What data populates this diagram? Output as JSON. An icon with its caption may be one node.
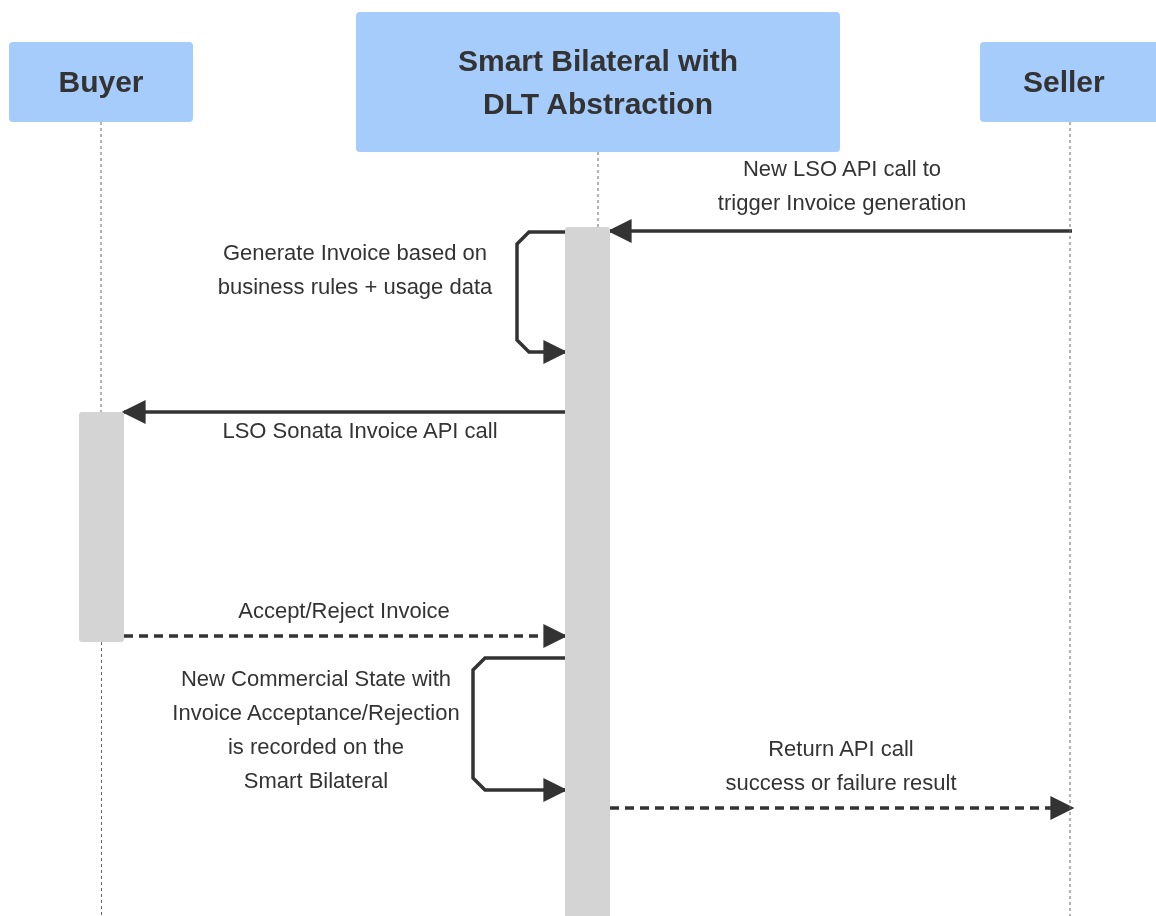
{
  "diagram": {
    "nodes": [
      {
        "text": [
          "Buyer"
        ]
      },
      {
        "text": [
          "Smart Bilateral with DLT Abstraction"
        ]
      },
      {
        "text": [
          "Seller"
        ]
      },
      {
        "text": [],
        "shape": "bar"
      },
      {
        "text": [],
        "shape": "bar"
      }
    ],
    "edges": [
      {
        "from": null,
        "to": 4,
        "arrow": "to",
        "label": "New LSO API call to trigger Invoice generation"
      },
      {
        "from": 4,
        "to": 4,
        "arrow": "to",
        "label": "Generate Invoice based on business rules + usage data"
      },
      {
        "from": 4,
        "to": 3,
        "arrow": "to",
        "label": "LSO Sonata Invoice API call"
      },
      {
        "from": 3,
        "to": 4,
        "arrow": "to",
        "label": "Accept/Reject Invoice",
        "style": "dashed"
      },
      {
        "from": 4,
        "to": 4,
        "arrow": "to",
        "label": "New Commercial State with Invoice Acceptance/Rejection is recorded on the Smart Bilateral"
      },
      {
        "from": 4,
        "to": null,
        "arrow": "to",
        "label": "Return API call success or failure result",
        "style": "dashed"
      },
      {
        "from": 0,
        "to": 3,
        "arrow": "none",
        "style": "dashed",
        "color": "#666666"
      },
      {
        "from": 3,
        "to": null,
        "arrow": "none",
        "style": "dashed",
        "color": "#666666"
      },
      {
        "from": 1,
        "to": 4,
        "arrow": "none",
        "style": "dashed",
        "color": "#666666"
      },
      {
        "from": 2,
        "to": null,
        "arrow": "none",
        "style": "dashed",
        "color": "#666666"
      }
    ]
  }
}
